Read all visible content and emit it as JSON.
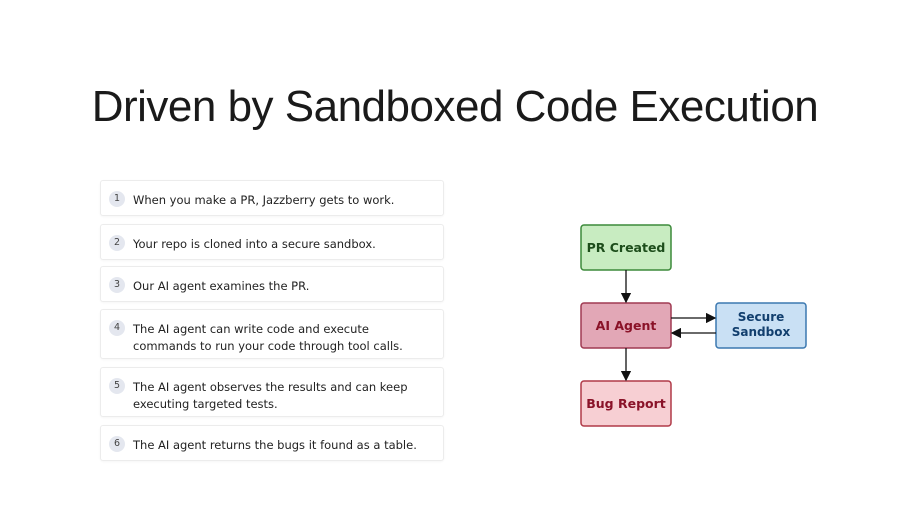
{
  "slide": {
    "title": "Driven by Sandboxed Code Execution"
  },
  "steps": [
    {
      "number": "1",
      "text": "When you make a PR, Jazzberry gets to work."
    },
    {
      "number": "2",
      "text": "Your repo is cloned into a secure sandbox."
    },
    {
      "number": "3",
      "text": "Our AI agent examines the PR."
    },
    {
      "number": "4",
      "text": "The AI agent can write code and execute commands to run your code through tool calls."
    },
    {
      "number": "5",
      "text": "The AI agent observes the results and can keep executing targeted tests."
    },
    {
      "number": "6",
      "text": "The AI agent returns the bugs it found as a table."
    }
  ],
  "diagram": {
    "nodes": {
      "pr_created": {
        "label": "PR Created",
        "fill": "#c8ecc1",
        "stroke": "#3c8a3a",
        "text_color": "#1d4d1b"
      },
      "ai_agent": {
        "label": "AI Agent",
        "fill": "#e2a7b6",
        "stroke": "#a03a52",
        "text_color": "#8a1228"
      },
      "secure_sandbox_line1": {
        "label": "Secure"
      },
      "secure_sandbox_line2": {
        "label": "Sandbox"
      },
      "secure_sandbox": {
        "fill": "#c9e0f4",
        "stroke": "#3b78b0",
        "text_color": "#123f6e"
      },
      "bug_report": {
        "label": "Bug Report",
        "fill": "#f7cfd3",
        "stroke": "#b03a48",
        "text_color": "#8a1228"
      }
    }
  }
}
